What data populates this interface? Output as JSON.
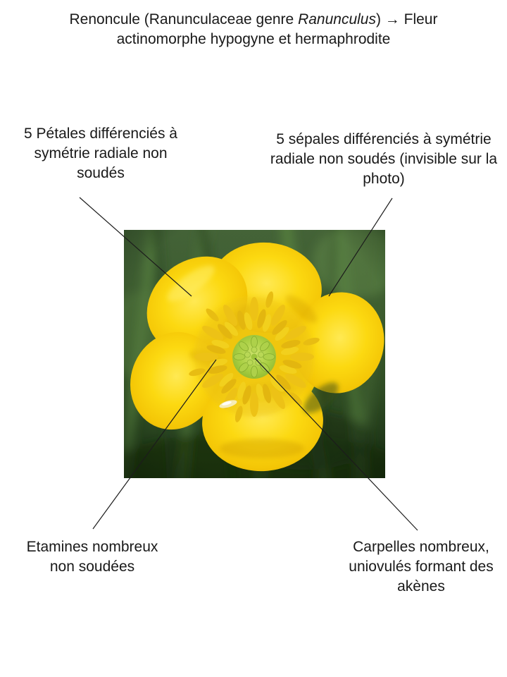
{
  "slide": {
    "background_color": "#ffffff",
    "text_color": "#191919"
  },
  "title": {
    "line1": {
      "part1": "Renoncule (Ranunculaceae genre ",
      "genus": "Ranunculus",
      "part2": ") → Fleur"
    },
    "line2": "actinomorphe hypogyne et hermaphrodite"
  },
  "labels": {
    "petals": {
      "full_text": "5 Pétales différenciés à symétrie radiale non soudés",
      "lines": [
        "5 Pétales différenciés à",
        "symétrie radiale non",
        "soudés"
      ]
    },
    "sepals": {
      "full_text": "5 sépales différenciés à symétrie radiale non soudés (invisible sur la photo)",
      "lines": [
        "5 sépales différenciés à symétrie",
        "radiale non soudés (invisible sur la",
        "photo)"
      ]
    },
    "stamens": {
      "full_text": "Etamines nombreux non soudées",
      "lines": [
        "Etamines nombreux",
        "non soudées"
      ]
    },
    "carpels": {
      "full_text": "Carpelles nombreux, uniovulés formant des akènes",
      "lines": [
        "Carpelles nombreux,",
        "uniovulés formant des",
        "akènes"
      ]
    }
  },
  "photo": {
    "description": "Close-up photograph of a yellow buttercup (Ranunculus) flower with five glossy yellow petals, numerous free yellow stamens and a green cluster of carpels at the centre, against blurred green grass",
    "colors": {
      "petal_yellow": "#fbd507",
      "petal_highlight": "#ffe94e",
      "petal_shadow": "#d9a708",
      "stamen_yellow": "#edc216",
      "carpel_green": "#a9cf43",
      "grass_dark": "#24401d",
      "grass_mid": "#3c5c2d",
      "grass_light": "#5d8a44"
    }
  },
  "connectors": {
    "color": "#1c1c1c"
  }
}
